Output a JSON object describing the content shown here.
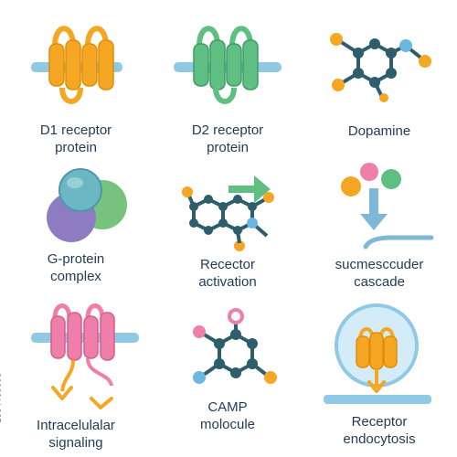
{
  "tiles": [
    {
      "label": [
        "D1 receptor",
        "protein"
      ],
      "icon": "receptor-protein-icon",
      "color": "#f5a623"
    },
    {
      "label": [
        "D2 receptor",
        "protein"
      ],
      "icon": "receptor-protein-icon",
      "color": "#5fbf82"
    },
    {
      "label": [
        "Dopamine"
      ],
      "icon": "dopamine-molecule-icon",
      "color": "#2e5d6b"
    },
    {
      "label": [
        "G-protein",
        "complex"
      ],
      "icon": "g-protein-complex-icon",
      "color": "#8e7cc3"
    },
    {
      "label": [
        "Recector",
        "activation"
      ],
      "icon": "receptor-activation-icon",
      "color": "#5fbf82"
    },
    {
      "label": [
        "sucmesccuder",
        "cascade"
      ],
      "icon": "cascade-icon",
      "color": "#7fb8d6"
    },
    {
      "label": [
        "Intracelulalar",
        "signaling"
      ],
      "icon": "intracellular-signaling-icon",
      "color": "#ef7fa8"
    },
    {
      "label": [
        "CAMP",
        "molocule"
      ],
      "icon": "camp-molecule-icon",
      "color": "#2e5d6b"
    },
    {
      "label": [
        "Receptor",
        "endocytosis"
      ],
      "icon": "receptor-endocytosis-icon",
      "color": "#f5a623"
    }
  ],
  "side_id": "1554409093",
  "colors": {
    "membrane": "#8fc9e3",
    "text": "#1f3b57",
    "orange": "#f5a623",
    "green": "#5fbf82",
    "pink": "#ef7fa8",
    "blue": "#6ab7e0",
    "dark": "#2e5d6b"
  }
}
